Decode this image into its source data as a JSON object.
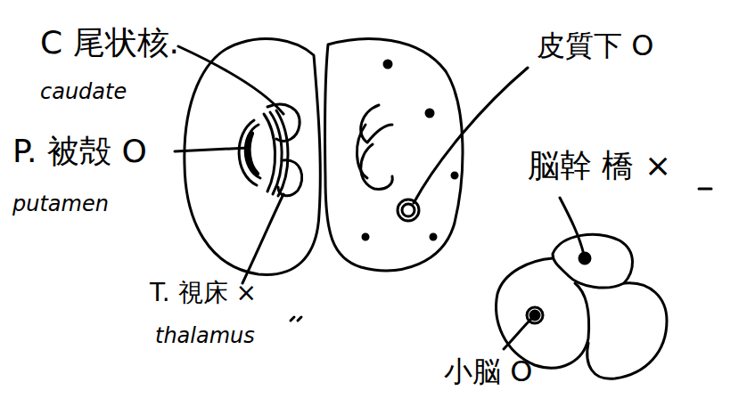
{
  "diagram": {
    "labels": [
      "C 尾状核.",
      "caudate",
      "P. 被殻 O",
      "putamen",
      "T. 視床 ×",
      "thalamus",
      "皮質下 O",
      "脳幹 橋 ×",
      "小脳 O"
    ]
  }
}
